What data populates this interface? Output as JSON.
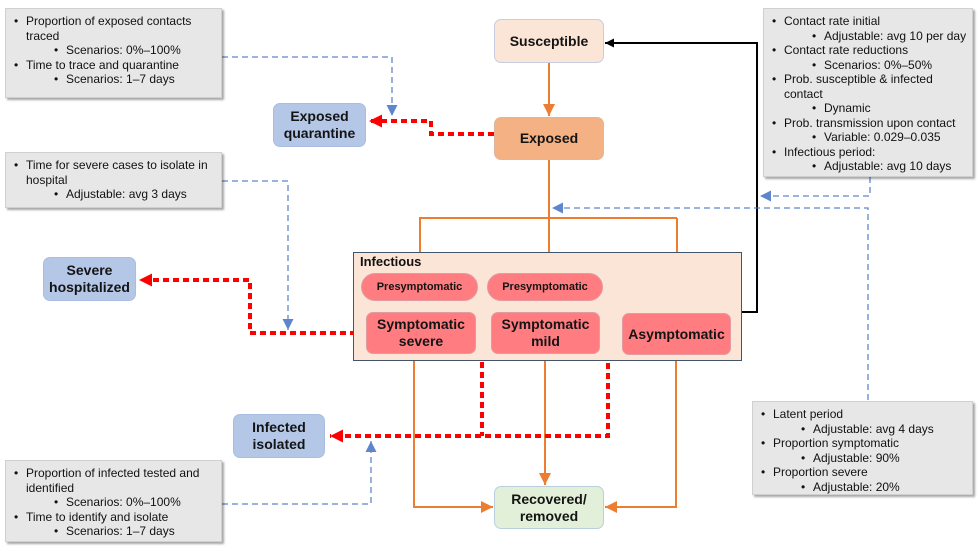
{
  "colors": {
    "susceptible": "#fbe5d6",
    "exposed": "#f4b183",
    "intervention": "#b4c7e7",
    "infectious_group": "#fbe5d6",
    "infectious_state": "#ff7c80",
    "recovered": "#e2f0d9",
    "transition_line": "#ed7d31",
    "intervention_line": "#ff0000",
    "parameter_link": "#4472c4",
    "feedback_line": "#000000",
    "parameter_box": "#e7e7e7"
  },
  "nodes": {
    "susceptible": "Susceptible",
    "exposed": "Exposed",
    "exposed_quarantine": "Exposed quarantine",
    "severe_hospitalized": "Severe hospitalized",
    "infected_isolated": "Infected isolated",
    "recovered": "Recovered/ removed",
    "infectious_group": "Infectious",
    "presymptomatic_severe": "Presymptomatic",
    "presymptomatic_mild": "Presymptomatic",
    "symptomatic_severe": "Symptomatic severe",
    "symptomatic_mild": "Symptomatic mild",
    "asymptomatic": "Asymptomatic"
  },
  "parameter_boxes": {
    "contact_tracing": [
      {
        "label": "Proportion of exposed contacts traced",
        "details": [
          "Scenarios: 0%–100%"
        ]
      },
      {
        "label": "Time to trace and quarantine",
        "details": [
          "Scenarios: 1–7 days"
        ]
      }
    ],
    "hospital_isolation": [
      {
        "label": "Time for severe cases to isolate in hospital",
        "details": [
          "Adjustable: avg 3 days"
        ]
      }
    ],
    "testing_isolation": [
      {
        "label": "Proportion of infected tested and identified",
        "details": [
          "Scenarios: 0%–100%"
        ]
      },
      {
        "label": "Time to identify and isolate",
        "details": [
          "Scenarios: 1–7 days"
        ]
      }
    ],
    "transmission": [
      {
        "label": "Contact rate initial",
        "details": [
          "Adjustable: avg 10 per day"
        ]
      },
      {
        "label": "Contact rate reductions",
        "details": [
          "Scenarios: 0%–50%"
        ]
      },
      {
        "label": "Prob. susceptible & infected contact",
        "details": [
          "Dynamic"
        ]
      },
      {
        "label": "Prob. transmission upon contact",
        "details": [
          "Variable: 0.029–0.035"
        ]
      },
      {
        "label": "Infectious period:",
        "details": [
          "Adjustable: avg 10 days"
        ]
      }
    ],
    "disease_progression": [
      {
        "label": "Latent period",
        "details": [
          "Adjustable: avg 4 days"
        ]
      },
      {
        "label": "Proportion symptomatic",
        "details": [
          "Adjustable: 90%"
        ]
      },
      {
        "label": "Proportion severe",
        "details": [
          "Adjustable: 20%"
        ]
      }
    ]
  }
}
